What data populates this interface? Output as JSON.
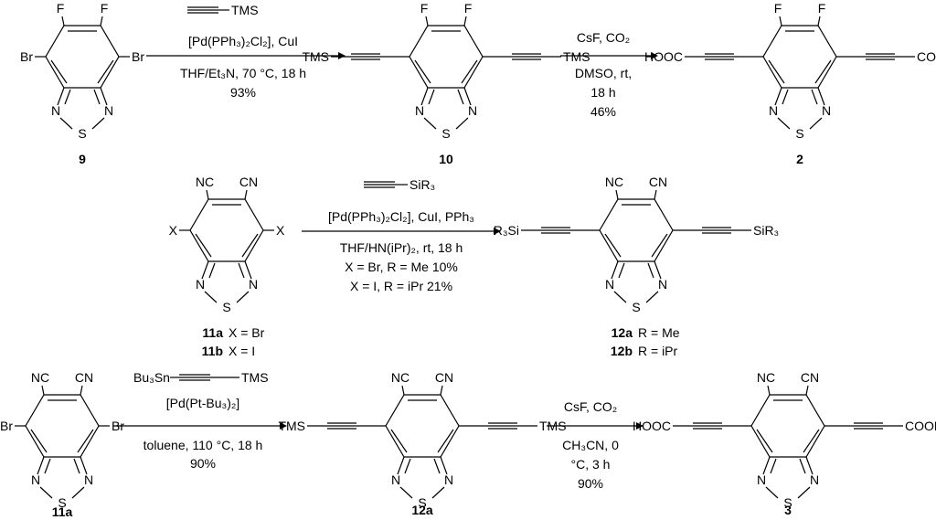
{
  "row1": {
    "sm_label": "9",
    "sm_atoms": {
      "F1": "F",
      "F2": "F",
      "Br1": "Br",
      "Br2": "Br",
      "N1": "N",
      "N2": "N",
      "S": "S"
    },
    "reagent_top": "TMS",
    "cond1_line1": "[Pd(PPh₃)₂Cl₂], CuI",
    "cond1_line2": "THF/Et₃N, 70 °C, 18 h",
    "cond1_yield": "93%",
    "int_label": "10",
    "int_atoms": {
      "F1": "F",
      "F2": "F",
      "TMS1": "TMS",
      "TMS2": "TMS",
      "N1": "N",
      "N2": "N",
      "S": "S"
    },
    "cond2_line1": "CsF, CO₂",
    "cond2_line2": "DMSO, rt,",
    "cond2_line3": "18 h",
    "cond2_yield": "46%",
    "prod_label": "2",
    "prod_atoms": {
      "F1": "F",
      "F2": "F",
      "L": "HOOC",
      "R": "COOH",
      "N1": "N",
      "N2": "N",
      "S": "S"
    }
  },
  "row2": {
    "sm_label_a": "11a",
    "sm_label_a_desc": "X = Br",
    "sm_label_b": "11b",
    "sm_label_b_desc": "X = I",
    "sm_atoms": {
      "CN1": "NC",
      "CN2": "CN",
      "X1": "X",
      "X2": "X",
      "N1": "N",
      "N2": "N",
      "S": "S"
    },
    "reagent_top": "SiR₃",
    "cond_line1": "[Pd(PPh₃)₂Cl₂], CuI, PPh₃",
    "cond_line2": "THF/HN(iPr)₂, rt, 18 h",
    "cond_line3": "X = Br, R = Me 10%",
    "cond_line4": "X = I, R = iPr 21%",
    "prod_label_a": "12a",
    "prod_label_a_desc": "R = Me",
    "prod_label_b": "12b",
    "prod_label_b_desc": "R = iPr",
    "prod_atoms": {
      "CN1": "NC",
      "CN2": "CN",
      "L": "R₃Si",
      "R": "SiR₃",
      "N1": "N",
      "N2": "N",
      "S": "S"
    }
  },
  "row3": {
    "sm_label": "11a",
    "sm_atoms": {
      "CN1": "NC",
      "CN2": "CN",
      "Br1": "Br",
      "Br2": "Br",
      "N1": "N",
      "N2": "N",
      "S": "S"
    },
    "reagent_top_left": "Bu₃Sn",
    "reagent_top_right": "TMS",
    "cond1_line1": "[Pd(Pt-Bu₃)₂]",
    "cond1_line2": "toluene, 110 °C, 18 h",
    "cond1_yield": "90%",
    "int_label": "12a",
    "int_atoms": {
      "CN1": "NC",
      "CN2": "CN",
      "TMS1": "TMS",
      "TMS2": "TMS",
      "N1": "N",
      "N2": "N",
      "S": "S"
    },
    "cond2_line1": "CsF, CO₂",
    "cond2_line2": "CH₃CN, 0",
    "cond2_line3": "°C, 3 h",
    "cond2_yield": "90%",
    "prod_label": "3",
    "prod_atoms": {
      "CN1": "NC",
      "CN2": "CN",
      "L": "HOOC",
      "R": "COOH",
      "N1": "N",
      "N2": "N",
      "S": "S"
    }
  }
}
